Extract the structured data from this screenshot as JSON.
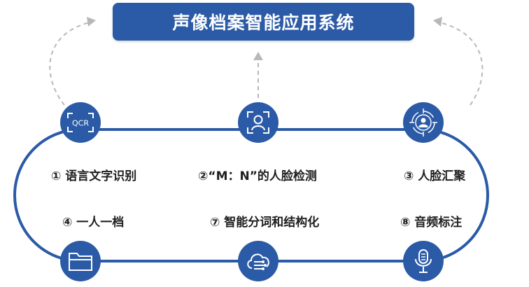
{
  "title": "声像档案智能应用系统",
  "colors": {
    "primary": "#2b5aa6",
    "dashed": "#b8b8b8",
    "text": "#1f1f1f"
  },
  "nodes": [
    {
      "icon": "ocr-icon",
      "text": "QCR"
    },
    {
      "icon": "face-scan-icon"
    },
    {
      "icon": "face-target-icon"
    },
    {
      "icon": "folder-icon"
    },
    {
      "icon": "cloud-network-icon"
    },
    {
      "icon": "microphone-icon"
    }
  ],
  "labels": [
    "① 语言文字识别",
    "②“M：N”的人脸检测",
    "③ 人脸汇聚",
    "④ 一人一档",
    "⑦ 智能分词和结构化",
    "⑧ 音频标注"
  ]
}
